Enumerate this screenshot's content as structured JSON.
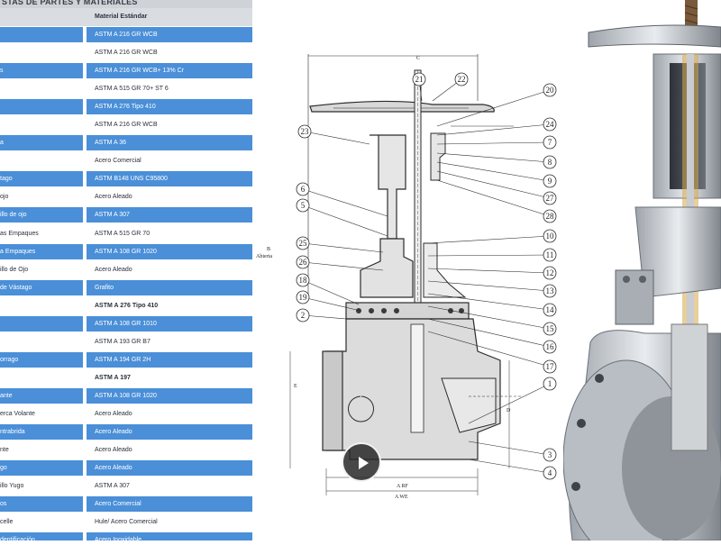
{
  "table": {
    "title": "STAS DE PARTES Y MATERIALES",
    "header_material": "Material Estándar",
    "rows": [
      {
        "part": "",
        "material": "ASTM A 216 GR WCB",
        "style": "blue"
      },
      {
        "part": "",
        "material": "ASTM A 216 GR WCB",
        "style": "white"
      },
      {
        "part": "s",
        "material": "ASTM A 216 GR WCB+ 13% Cr",
        "style": "blue"
      },
      {
        "part": "",
        "material": "ASTM A 515 GR 70+ ST 6",
        "style": "white"
      },
      {
        "part": "",
        "material": "ASTM A 276 Tipo 410",
        "style": "blue"
      },
      {
        "part": "",
        "material": "ASTM A 216 GR WCB",
        "style": "white"
      },
      {
        "part": "a",
        "material": "ASTM A 36",
        "style": "blue"
      },
      {
        "part": "",
        "material": "Acero Comercial",
        "style": "white"
      },
      {
        "part": "tago",
        "material": "ASTM B148 UNS C95800",
        "style": "blue"
      },
      {
        "part": "ojo",
        "material": "Acero Aleado",
        "style": "white"
      },
      {
        "part": "illo de ojo",
        "material": "ASTM A 307",
        "style": "blue"
      },
      {
        "part": "as Empaques",
        "material": "ASTM A 515 GR 70",
        "style": "white"
      },
      {
        "part": "a Empaques",
        "material": "ASTM A 108 GR 1020",
        "style": "blue"
      },
      {
        "part": "illo de Ojo",
        "material": "Acero Aleado",
        "style": "white"
      },
      {
        "part": "de Vástago",
        "material": "Grafito",
        "style": "blue"
      },
      {
        "part": "",
        "material": "ASTM A 276 Tipo 410",
        "style": "white",
        "bold": true
      },
      {
        "part": "",
        "material": "ASTM A 108 GR 1010",
        "style": "blue"
      },
      {
        "part": "",
        "material": "ASTM A 193 GR B7",
        "style": "white"
      },
      {
        "part": "orrago",
        "material": "ASTM A 194 GR 2H",
        "style": "blue"
      },
      {
        "part": "",
        "material": "ASTM A 197",
        "style": "white",
        "bold": true
      },
      {
        "part": "ante",
        "material": "ASTM A 108 GR 1020",
        "style": "blue"
      },
      {
        "part": "erca Volante",
        "material": "Acero Aleado",
        "style": "white"
      },
      {
        "part": "ntrabrida",
        "material": "Acero Aleado",
        "style": "blue"
      },
      {
        "part": "nte",
        "material": "Acero Aleado",
        "style": "white"
      },
      {
        "part": "go",
        "material": "Acero Aleado",
        "style": "blue"
      },
      {
        "part": "illo Yugo",
        "material": "ASTM A 307",
        "style": "white"
      },
      {
        "part": "os",
        "material": "Acero Comercial",
        "style": "blue"
      },
      {
        "part": "celle",
        "material": "Hule/ Acero Comercial",
        "style": "white"
      },
      {
        "part": "dentificación",
        "material": "Acero Inoxidable",
        "style": "blue"
      }
    ]
  },
  "drawing": {
    "callouts_top": [
      "21",
      "22"
    ],
    "callouts_left": [
      "23",
      "6",
      "5",
      "25",
      "26",
      "18",
      "19",
      "2"
    ],
    "callouts_right": [
      "20",
      "24",
      "7",
      "8",
      "9",
      "27",
      "28",
      "10",
      "11",
      "12",
      "13",
      "14",
      "15",
      "16",
      "17",
      "1",
      "3",
      "4"
    ],
    "dim_c": "C",
    "dim_b": "B",
    "dim_b_sub": "Abierta",
    "dim_e": "E",
    "dim_d": "D",
    "dim_arf": "A RF",
    "dim_awe": "A WE"
  },
  "colors": {
    "table_blue": "#4a8fd8",
    "table_header": "#d9dde2",
    "play_button": "#282828"
  },
  "video": {
    "play_icon": "play-icon"
  }
}
